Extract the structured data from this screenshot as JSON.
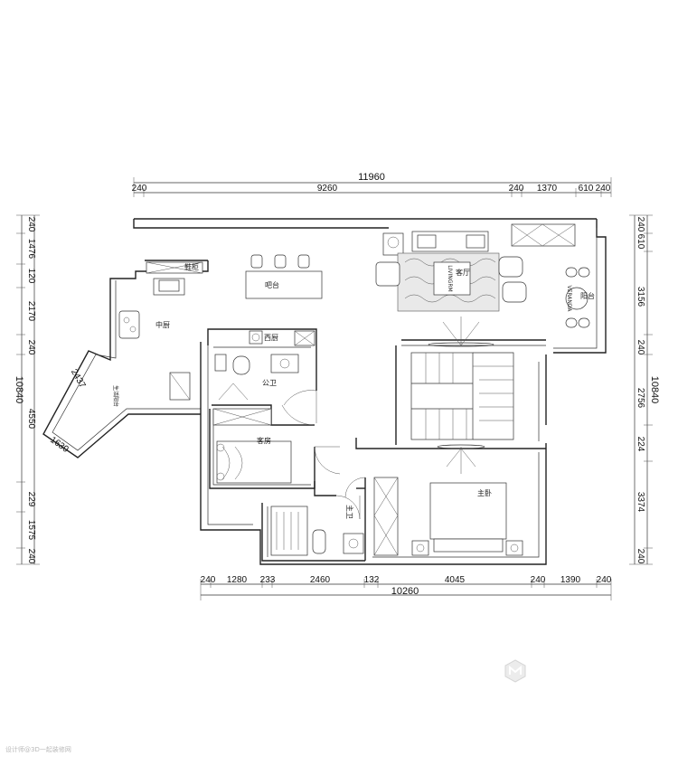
{
  "top_dims": {
    "total": "11960",
    "segments": [
      "240",
      "9260",
      "240",
      "1370",
      "610",
      "240"
    ]
  },
  "bottom_dims": {
    "total": "10260",
    "segments": [
      "240",
      "1280",
      "233",
      "2460",
      "132",
      "4045",
      "240",
      "1390",
      "240"
    ]
  },
  "left_dims": {
    "total": "10840",
    "segments": [
      "240",
      "1476",
      "120",
      "2170",
      "240",
      "4550",
      "229",
      "1575",
      "240"
    ]
  },
  "right_dims": {
    "total": "10840",
    "segments": [
      "240",
      "610",
      "3156",
      "240",
      "2756",
      "224",
      "3374",
      "240"
    ]
  },
  "diag_dims": [
    "2437",
    "1630"
  ],
  "rooms": {
    "shoe_cabinet": "鞋柜",
    "bar_counter": "吧台",
    "kitchen": "中厨",
    "utility_balcony": "生活阳台",
    "pantry": "西厨",
    "public_bath": "公卫",
    "guest_room": "客房",
    "master_bath": "主卫",
    "living_room": "客厅",
    "living_room_en": "LIVINGRM",
    "balcony": "阳台",
    "balcony_en": "VERANDA",
    "master_bedroom": "主卧"
  },
  "watermark": "设计师@3D一起装修网"
}
